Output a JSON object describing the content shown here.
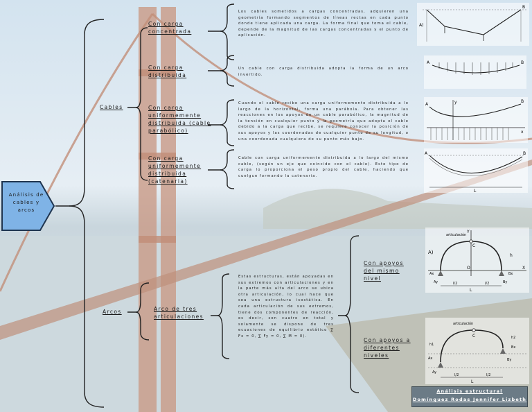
{
  "root": {
    "label": "Análisis de cables y arcos"
  },
  "cables": {
    "label": "Cables",
    "items": [
      {
        "label": "Con carga concentrada",
        "desc": "Los cables sometidos a cargas concentradas, adquieren una geometría formando segmentos de líneas rectas en cada punto donde tiene aplicada una carga. La forma final que toma el cable, depende de la magnitud de las cargas concentradas y el punto de aplicación."
      },
      {
        "label": "Con carga distribuida",
        "desc": "Un cable con carga distribuida adopta la forma de un arco invertido."
      },
      {
        "label": "Con carga uniformemente distribuida (cable parabólico)",
        "desc": "Cuando el cable recibe una carga uniformemente distribuida a lo largo de la horizontal, forma una parábola. Para obtener las reacciones en los apoyos de un cable parabólico, la magnitud de la tensión en cualquier punto y la geometría que adopta el cable debido a la carga que recibe, se requiere conocer la posición de sus apoyos y las coordenadas de cualquier punto de su longitud, o una coordenada cualquiera de su punto más bajo."
      },
      {
        "label": "Con carga uniformemente distribuida (catenaria)",
        "desc": "Cable con carga uniformemente distribuida a lo largo del mismo cable, (según un eje que coincide con el cable). Este tipo de carga lo proporciona el peso propio del cable, haciendo que cuelgue formando la catenaria."
      }
    ]
  },
  "arcos": {
    "label": "Arcos",
    "item": {
      "label": "Arco de tres articulaciones",
      "desc": "Estas estructuras, están apoyadas en sus extremos con articulaciones y en la parte más alta del arco se ubica otra articulación, lo cual hace que sea una estructura isostática. En cada articulación de sus extremos, tiene dos componentes de reacción, es decir, son cuatro en total y solamente se dispone de tres ecuaciones de equilibrio estático ∑ Fx = 0, ∑ Fy = 0, ∑ M = 0)."
    },
    "sub": [
      {
        "label": "Con apoyos del mismo nivel"
      },
      {
        "label": "Con apoyos a diferentes niveles"
      }
    ]
  },
  "figures": {
    "fig1": {
      "A": "A)",
      "B": "B"
    },
    "fig2": {
      "A": "A",
      "B": "B"
    },
    "fig3": {
      "A": "A",
      "B": "B",
      "y": "y",
      "x": "x"
    },
    "fig4": {
      "A": "A",
      "B": "B",
      "L": "L"
    },
    "arch1": {
      "title": "A)",
      "art": "articulación",
      "Y": "Y",
      "C": "C",
      "O": "O",
      "X": "X",
      "Ax": "Ax",
      "Ay": "Ay",
      "Bx": "Bx",
      "By": "By",
      "h": "h",
      "L": "L",
      "l2a": "l/2",
      "l2b": "l/2"
    },
    "arch2": {
      "art": "articulación",
      "C": "C",
      "Ax": "Ax",
      "Ay": "Ay",
      "Bx": "Bx",
      "By": "By",
      "h1": "h1",
      "h2": "h2",
      "L": "L",
      "l2a": "l/2",
      "l2b": "l/2"
    }
  },
  "footer": {
    "title": "Análisis estructural",
    "author": "Domínguez Rodas Jennifer Lizbeth"
  },
  "colors": {
    "bracket": "#222222",
    "root_fill": "#7fb3e6",
    "footer_bg": "#6b7b86"
  }
}
